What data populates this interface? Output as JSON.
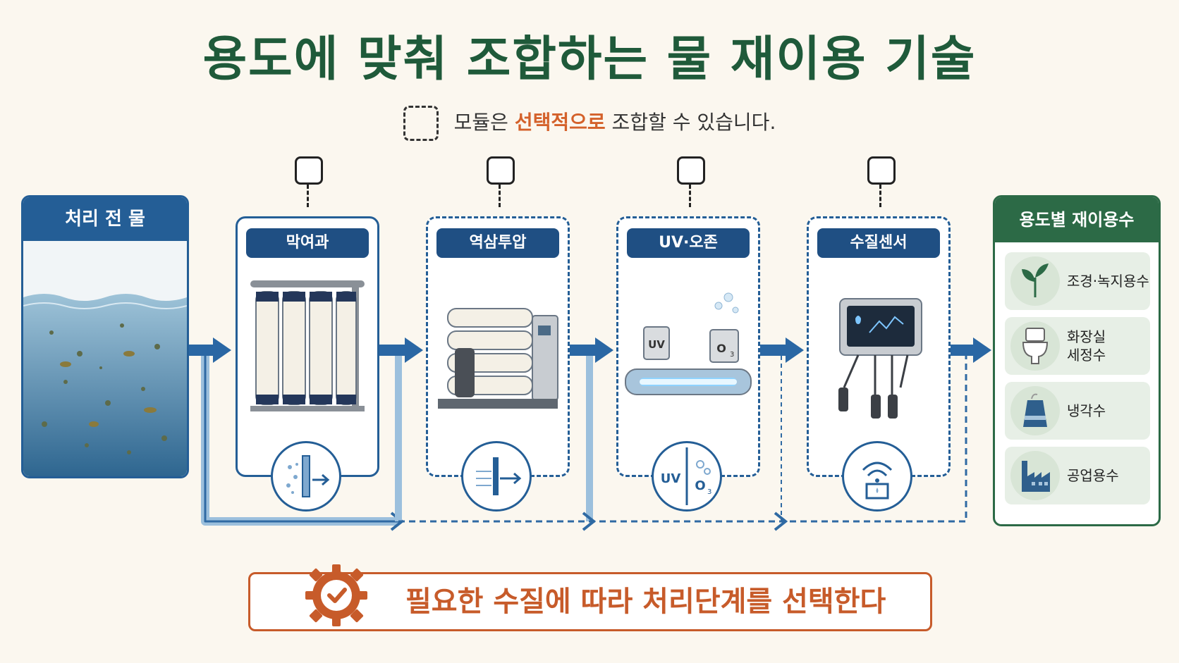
{
  "title": "용도에 맞춰 조합하는 물 재이용 기술",
  "subtitle": {
    "before": "모듈은 ",
    "highlight": "선택적으로",
    "after": " 조합할 수 있습니다."
  },
  "input_panel": {
    "label": "처리 전 물"
  },
  "modules": [
    {
      "label": "막여과",
      "optional": false,
      "icon": "membrane-filtration-icon"
    },
    {
      "label": "역삼투압",
      "optional": true,
      "icon": "reverse-osmosis-icon"
    },
    {
      "label": "UV·오존",
      "optional": true,
      "icon": "uv-ozone-icon",
      "symbols": {
        "uv": "UV",
        "ozone": "O",
        "ozone_sub": "3"
      }
    },
    {
      "label": "수질센서",
      "optional": true,
      "icon": "water-quality-sensor-icon"
    }
  ],
  "output_panel": {
    "label": "용도별 재이용수",
    "uses": [
      {
        "label": "조경·녹지용수",
        "icon": "plant-icon"
      },
      {
        "label": "화장실\n세정수",
        "icon": "toilet-icon"
      },
      {
        "label": "냉각수",
        "icon": "cooling-tower-icon"
      },
      {
        "label": "공업용수",
        "icon": "factory-icon"
      }
    ]
  },
  "banner": {
    "text": "필요한 수질에 따라 처리단계를 선택한다",
    "icon": "gear-check-icon"
  },
  "colors": {
    "title": "#1f5a3a",
    "accent": "#d4612a",
    "blue": "#245e96",
    "green": "#2c6a46",
    "banner": "#c75b2a"
  }
}
